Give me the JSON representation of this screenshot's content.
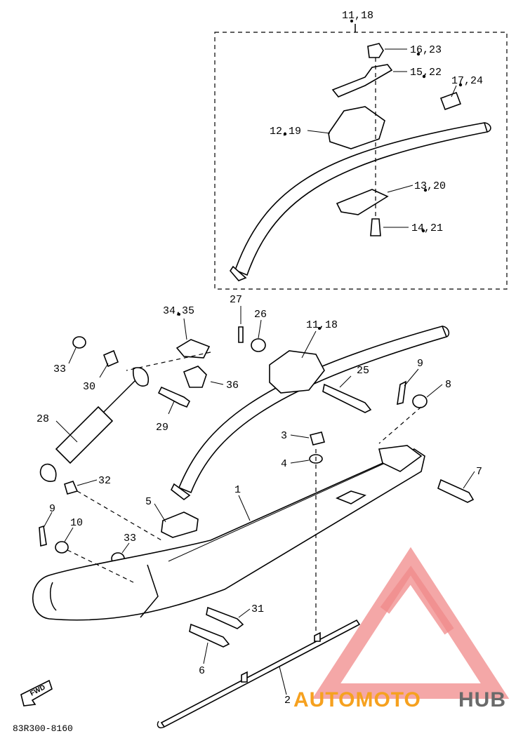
{
  "diagram": {
    "catalog_code": "83R300-8160",
    "fwd_label": "FWD",
    "callouts": {
      "c11_18_top": "11,18",
      "c16_23": "16,23",
      "c15_22": "15,22",
      "c17_24": "17,24",
      "c12_19": "12,19",
      "c13_20": "13,20",
      "c14_21": "14,21",
      "c27": "27",
      "c26": "26",
      "c11_18_mid": "11,18",
      "c34_35": "34,35",
      "c36": "36",
      "c25": "25",
      "c9_right": "9",
      "c8": "8",
      "c33_top": "33",
      "c30": "30",
      "c29": "29",
      "c28": "28",
      "c3": "3",
      "c4": "4",
      "c7": "7",
      "c32": "32",
      "c1": "1",
      "c5": "5",
      "c9_left": "9",
      "c10": "10",
      "c33_low": "33",
      "c31": "31",
      "c6": "6",
      "c2": "2"
    }
  },
  "watermark": {
    "auto": "AUTOMOTO",
    "hub": "HUB",
    "colors": {
      "triangle": "#f08a8a",
      "auto": "#f6a11f",
      "hub": "#6a6a6a"
    }
  }
}
